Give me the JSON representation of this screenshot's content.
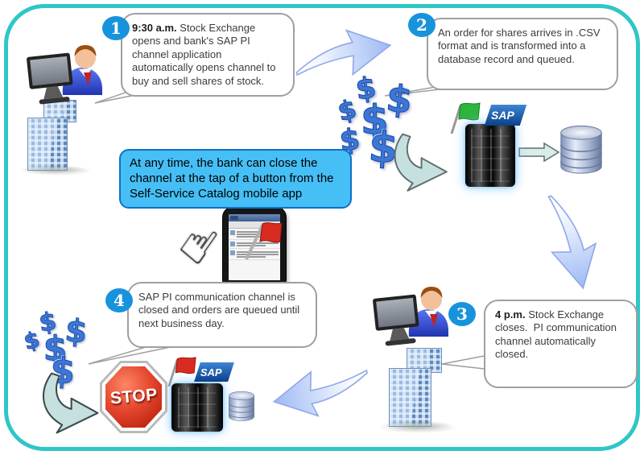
{
  "colors": {
    "frame_border": "#2fc6c6",
    "badge_blue": "#1793dc",
    "note_fill": "#45bff5",
    "note_border": "#1070c4",
    "flag_green": "#2db53c",
    "flag_red": "#d92b20",
    "stop_red": "#e5472e"
  },
  "steps": [
    {
      "number": "1",
      "lead": "9:30 a.m.",
      "text": " Stock Exchange opens and bank's SAP PI channel application automatically opens channel to buy and sell shares of stock."
    },
    {
      "number": "2",
      "lead": "",
      "text": "An order for shares arrives in .CSV format and is transformed into a database record and queued."
    },
    {
      "number": "3",
      "lead": "4 p.m.",
      "text": " Stock Exchange closes.  PI communication channel automatically closed."
    },
    {
      "number": "4",
      "lead": "",
      "text": "SAP PI communication channel is closed and orders are queued until next business day."
    }
  ],
  "note": {
    "text": "At any time, the bank can close the channel at the tap of a button from the Self-Service Catalog mobile app"
  },
  "labels": {
    "sap": "SAP",
    "stop": "STOP",
    "dollar": "$",
    "hand": "☝"
  }
}
